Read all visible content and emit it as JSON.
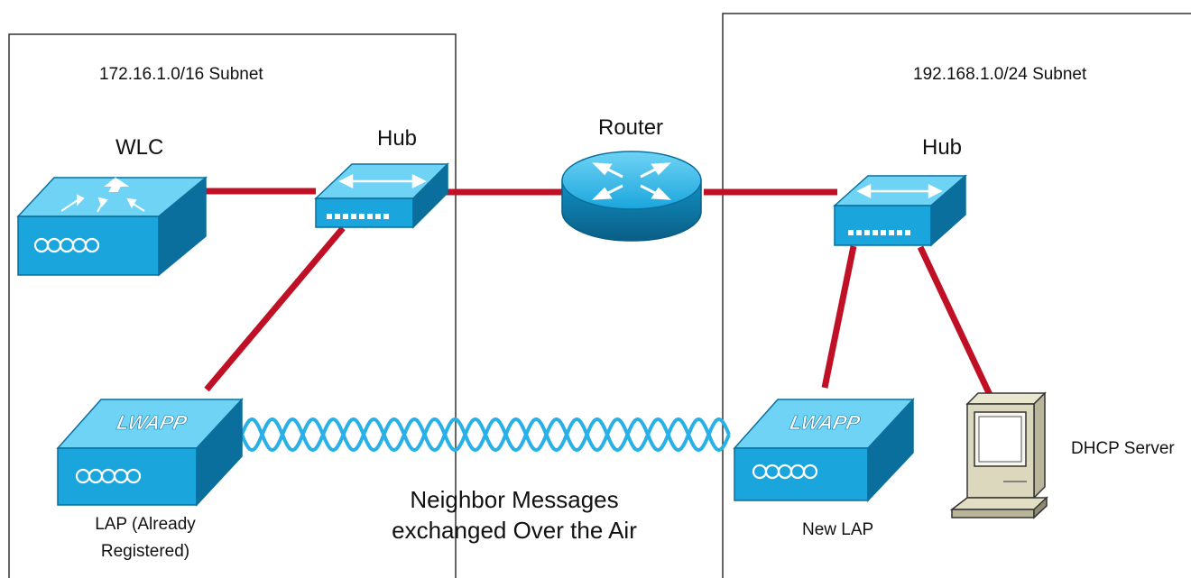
{
  "subnets": {
    "left": {
      "label": "172.16.1.0/16 Subnet"
    },
    "right": {
      "label": "192.168.1.0/24 Subnet"
    }
  },
  "devices": {
    "wlc": {
      "label": "WLC",
      "icon": "wlc-icon"
    },
    "hub_left": {
      "label": "Hub",
      "icon": "hub-icon"
    },
    "router": {
      "label": "Router",
      "icon": "router-icon"
    },
    "hub_right": {
      "label": "Hub",
      "icon": "hub-icon"
    },
    "lap_left": {
      "label_line1": "LAP (Already",
      "label_line2": "Registered)",
      "badge": "LWAPP",
      "icon": "access-point-icon"
    },
    "lap_right": {
      "label": "New LAP",
      "badge": "LWAPP",
      "icon": "access-point-icon"
    },
    "dhcp": {
      "label": "DHCP Server",
      "icon": "computer-icon"
    }
  },
  "over_air": {
    "line1": "Neighbor Messages",
    "line2": "exchanged Over the Air"
  },
  "colors": {
    "link": "#c01025",
    "device_top": "#6fd3f5",
    "device_face": "#1aa6dc",
    "device_side": "#0a6f9c",
    "wave": "#29b0e6"
  }
}
